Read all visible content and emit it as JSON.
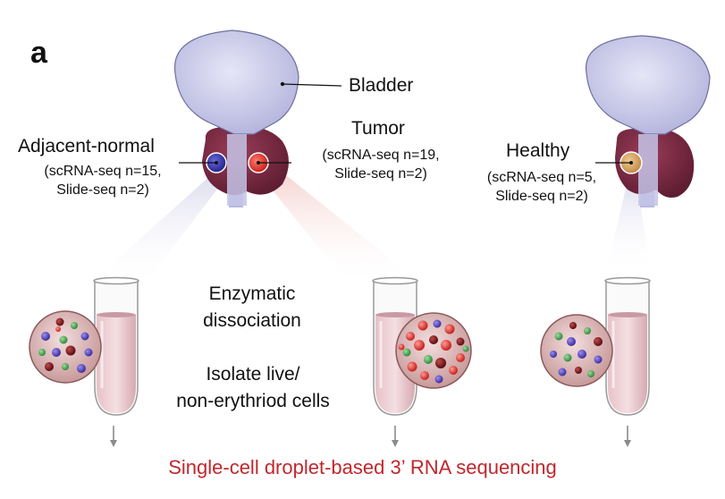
{
  "panel_label": "a",
  "labels": {
    "bladder": "Bladder",
    "tumor": {
      "title": "Tumor",
      "line1": "(scRNA-seq n=19,",
      "line2": "Slide-seq n=2)"
    },
    "adjacent": {
      "title": "Adjacent-normal",
      "line1": "(scRNA-seq n=15,",
      "line2": "Slide-seq n=2)"
    },
    "healthy": {
      "title": "Healthy",
      "line1": "(scRNA-seq n=5,",
      "line2": "Slide-seq n=2)"
    },
    "step1": [
      "Enzymatic",
      "dissociation"
    ],
    "step2": [
      "Isolate live/",
      "non-erythriod cells"
    ]
  },
  "footer": "Single-cell droplet-based 3’ RNA sequencing",
  "colors": {
    "bladder": "#d2d2ef",
    "prostate": "#7d2a43",
    "adjacent_marker": "#3b3ab0",
    "tumor_marker": "#e0342c",
    "healthy_marker": "#d9a66a",
    "footer_text": "#c1272d"
  }
}
